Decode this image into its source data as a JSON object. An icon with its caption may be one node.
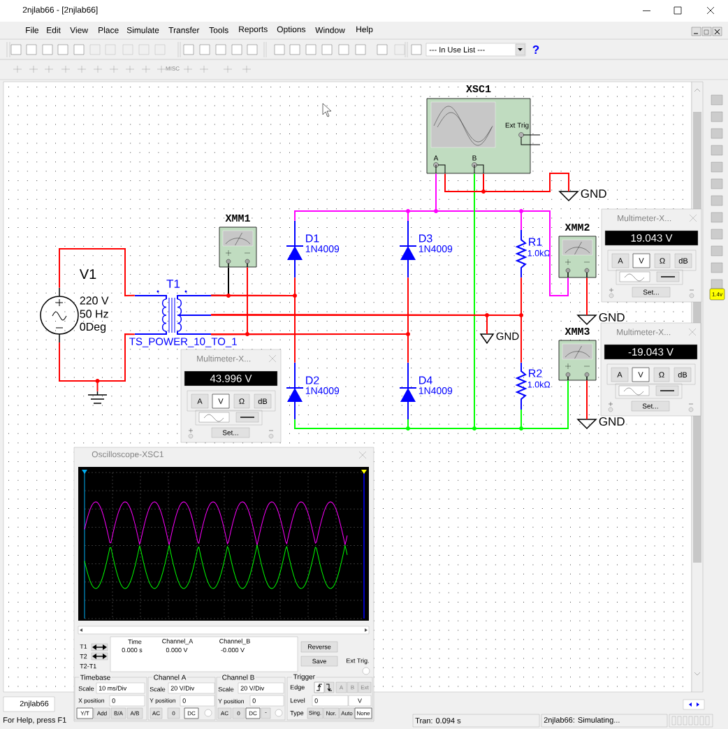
{
  "diagram": {
    "nodes": [
      {
        "text": [
          "XSC1",
          "A",
          "B",
          "Ext Trig"
        ]
      },
      {
        "text": [
          "GND"
        ]
      },
      {
        "text": [
          "XMM1"
        ]
      },
      {
        "text": [
          "D1",
          "1N4009"
        ]
      },
      {
        "text": [
          "D3",
          "1N4009"
        ]
      },
      {
        "text": [
          "R1",
          "1.0kΩ"
        ]
      },
      {
        "text": [
          "XMM2"
        ]
      },
      {
        "text": [
          "V1",
          "220 V",
          "50 Hz",
          "0Deg"
        ]
      },
      {
        "text": [
          "T1",
          "TS_POWER_10_TO_1"
        ]
      },
      {
        "text": [
          "GND"
        ]
      },
      {
        "text": [
          "GND"
        ]
      },
      {
        "text": [],
        "shape": "ground"
      },
      {
        "text": [
          "XMM3"
        ]
      },
      {
        "text": [
          "D2",
          "1N4009"
        ]
      },
      {
        "text": [
          "D4",
          "1N4009"
        ]
      },
      {
        "text": [
          "R2",
          "1.0kΩ"
        ]
      },
      {
        "text": [
          "GND"
        ]
      }
    ],
    "edges": [
      {
        "from": 7,
        "to": 8,
        "arrow": "none"
      },
      {
        "from": 7,
        "to": 8,
        "arrow": "none"
      },
      {
        "from": 7,
        "to": 11,
        "arrow": "none"
      },
      {
        "from": 8,
        "to": 3,
        "arrow": "none"
      },
      {
        "from": 8,
        "to": 13,
        "arrow": "none"
      },
      {
        "from": 8,
        "to": 2,
        "arrow": "none",
        "color": "#000000"
      },
      {
        "from": 8,
        "to": 4,
        "arrow": "none"
      },
      {
        "from": 8,
        "to": 14,
        "arrow": "none"
      },
      {
        "from": 8,
        "to": 2,
        "arrow": "none"
      },
      {
        "from": 8,
        "to": 5,
        "arrow": "none"
      },
      {
        "from": 8,
        "to": 15,
        "arrow": "none"
      },
      {
        "from": 8,
        "to": 10,
        "arrow": "none"
      },
      {
        "from": 3,
        "to": 4,
        "arrow": "none",
        "color": "#ff00ff"
      },
      {
        "from": 4,
        "to": 0,
        "arrow": "none",
        "color": "#ff00ff"
      },
      {
        "from": 4,
        "to": 5,
        "arrow": "none",
        "color": "#ff00ff"
      },
      {
        "from": 5,
        "to": 6,
        "arrow": "none",
        "color": "#ff00ff"
      },
      {
        "from": 6,
        "to": 9,
        "arrow": "none"
      },
      {
        "from": 0,
        "to": 1,
        "arrow": "none"
      },
      {
        "from": 0,
        "to": 1,
        "arrow": "none"
      },
      {
        "from": 13,
        "to": 14,
        "arrow": "none",
        "color": "#00ff00"
      },
      {
        "from": 14,
        "to": 0,
        "arrow": "none",
        "color": "#00ff00"
      },
      {
        "from": 14,
        "to": 15,
        "arrow": "none",
        "color": "#00ff00"
      },
      {
        "from": 15,
        "to": 12,
        "arrow": "none",
        "color": "#00ff00"
      },
      {
        "from": 12,
        "to": 16,
        "arrow": "none"
      }
    ],
    "labels": [
      "2njlab66 - [2njlab66]",
      "File",
      "Edit",
      "View",
      "Place",
      "Simulate",
      "Transfer",
      "Tools",
      "Reports",
      "Options",
      "Window",
      "Help",
      "--- In Use List ---",
      "?",
      "MISC",
      "1.4v",
      "Multimeter-X...",
      "19.043 V",
      "A",
      "V",
      "Ω",
      "dB",
      "Set...",
      "Multimeter-X...",
      "-19.043 V",
      "A",
      "V",
      "Ω",
      "dB",
      "Set...",
      "Multimeter-X...",
      "43.996 V",
      "A",
      "V",
      "Ω",
      "dB",
      "Set...",
      "Oscilloscope-XSC1",
      "T1",
      "T2",
      "T2-T1",
      "Time",
      "Channel_A",
      "Channel_B",
      "0.000 s",
      "0.000 V",
      "-0.000 V",
      "Reverse",
      "Save",
      "Ext Trig.",
      "Timebase",
      "Channel A",
      "Channel B",
      "Trigger",
      "Scale",
      "10 ms/Div",
      "Scale",
      "20 V/Div",
      "Scale",
      "20 V/Div",
      "Edge",
      "A",
      "B",
      "Ext",
      "X position",
      "0",
      "Y position",
      "0",
      "Y position",
      "0",
      "Level",
      "0",
      "V",
      "Y/T",
      "Add",
      "B/A",
      "A/B",
      "AC",
      "0",
      "DC",
      "AC",
      "0",
      "DC",
      "-",
      "Type",
      "Sing.",
      "Nor.",
      "Auto",
      "None",
      "2njlab66",
      "For Help, press F1",
      "Tran: 0.094 s",
      "2njlab66: Simulating..."
    ]
  }
}
